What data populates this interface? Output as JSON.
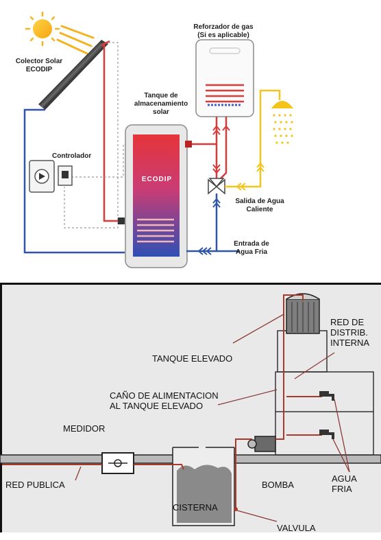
{
  "solar": {
    "collector": {
      "line1": "Colector Solar",
      "line2": "ECODIP"
    },
    "gas_booster": {
      "line1": "Reforzador de gas",
      "line2": "(Si es aplicable)"
    },
    "tank": {
      "line1": "Tanque de",
      "line2": "almacenamiento",
      "line3": "solar",
      "brand": "ECODIP"
    },
    "controller": "Controlador",
    "hot_out": {
      "line1": "Salida de Agua",
      "line2": "Caliente"
    },
    "cold_in": {
      "line1": "Entrada de",
      "line2": "Agua Fria"
    }
  },
  "plumbing": {
    "elevated_tank": "TANQUE ELEVADO",
    "distribution": {
      "line1": "RED DE",
      "line2": "DISTRIB.",
      "line3": "INTERNA"
    },
    "feed_pipe": {
      "line1": "CAÑO DE ALIMENTACION",
      "line2": "AL TANQUE ELEVADO"
    },
    "meter": "MEDIDOR",
    "public_network": "RED PUBLICA",
    "pump": "BOMBA",
    "cold_water": {
      "line1": "AGUA",
      "line2": "FRIA"
    },
    "cistern": "CISTERNA",
    "valve": "VALVULA"
  },
  "colors": {
    "hot_pipe": "#d93a3a",
    "cold_pipe": "#2f55a8",
    "hot_water": "#f2c41c",
    "plumb_pipe": "#a8382a",
    "ground": "#b9b9b9"
  }
}
